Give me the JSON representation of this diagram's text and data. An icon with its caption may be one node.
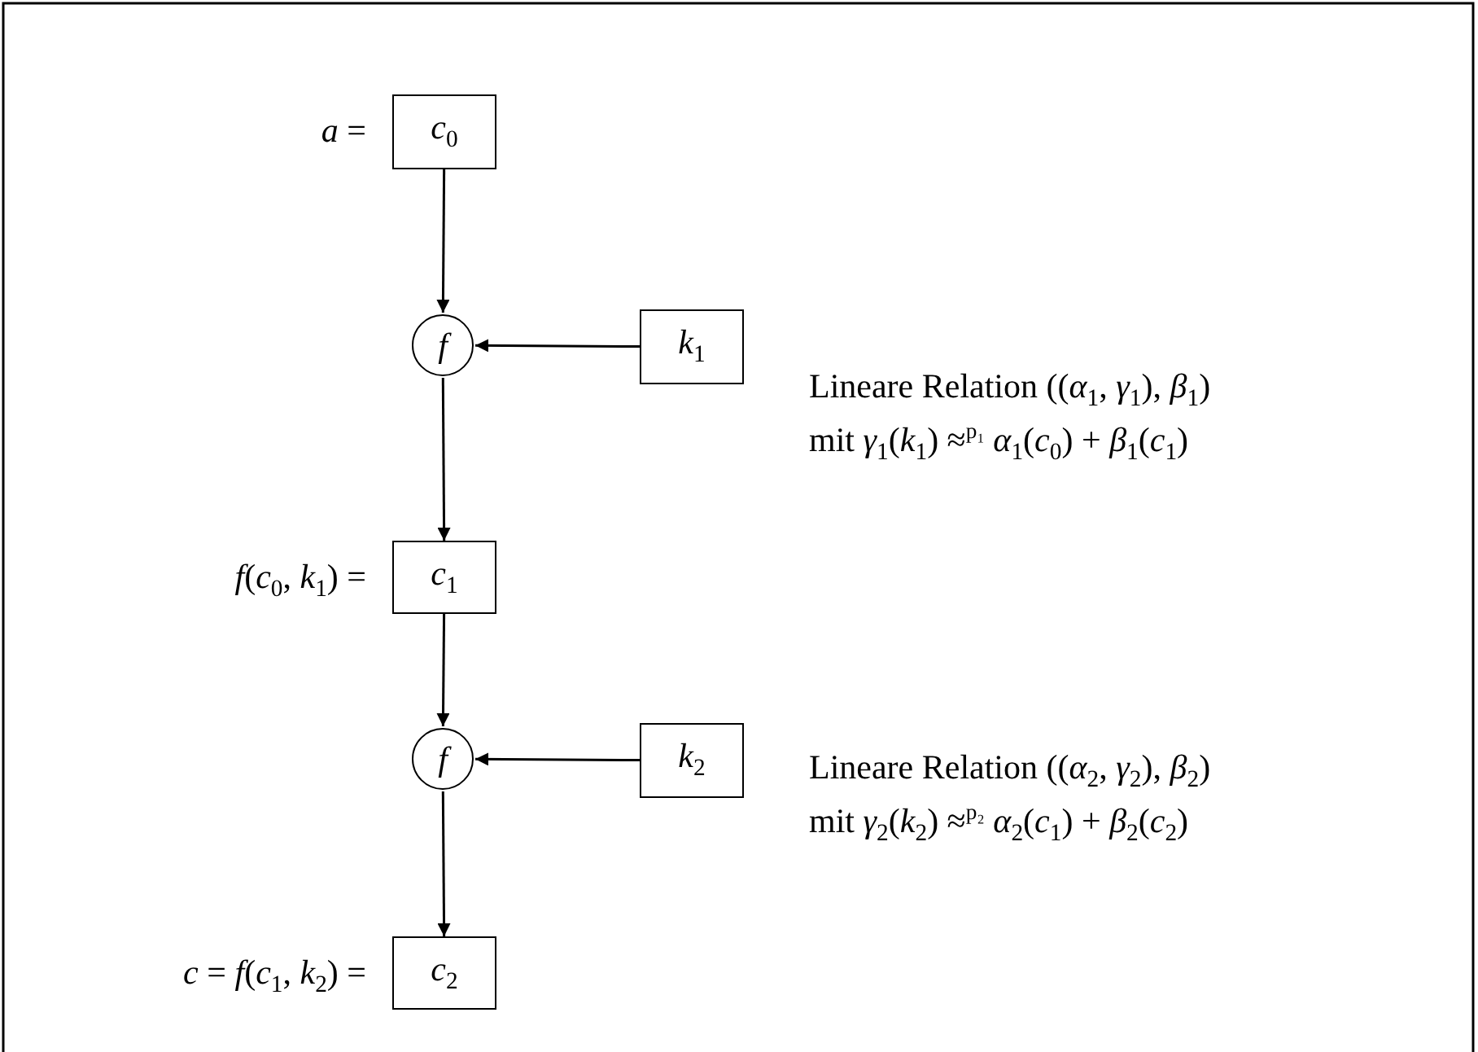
{
  "diagram": {
    "nodes": [
      {
        "text": [
          "*c*$_{0}$"
        ],
        "beside": [
          "*a* ="
        ]
      },
      {
        "text": [
          "*f*"
        ]
      },
      {
        "text": [
          "*k*$_{1}$"
        ]
      },
      {
        "text": [
          "*c*$_{1}$"
        ],
        "beside": [
          "*f*(*c*$_{0}$, *k*$_{1}$) ="
        ]
      },
      {
        "text": [
          "*f*"
        ]
      },
      {
        "text": [
          "*k*$_{2}$"
        ]
      },
      {
        "text": [
          "*c*$_{2}$"
        ],
        "beside": [
          "*c* = *f*(*c*$_{1}$, *k*$_{2}$) ="
        ]
      }
    ],
    "edges": [
      {
        "from": 0,
        "to": 1,
        "arrow": "to"
      },
      {
        "from": 2,
        "to": 1,
        "arrow": "to"
      },
      {
        "from": 1,
        "to": 3,
        "arrow": "to"
      },
      {
        "from": 3,
        "to": 4,
        "arrow": "to"
      },
      {
        "from": 5,
        "to": 4,
        "arrow": "to"
      },
      {
        "from": 4,
        "to": 6,
        "arrow": "to"
      }
    ],
    "labels": [
      "Lineare Relation ((*α*$_{1}$, *γ*$_{1}$), *β*$_{1}$)",
      "mit *γ*$_{1}$(*k*$_{1}$) ≈$^{p₁}$ *α*$_{1}$(*c*$_{0}$) + *β*$_{1}$(*c*$_{1}$)",
      "Lineare Relation ((*α*$_{2}$, *γ*$_{2}$), *β*$_{2}$)",
      "mit *γ*$_{2}$(*k*$_{2}$) ≈$^{p₂}$ *α*$_{2}$(*c*$_{1}$) + *β*$_{2}$(*c*$_{2}$)"
    ]
  }
}
